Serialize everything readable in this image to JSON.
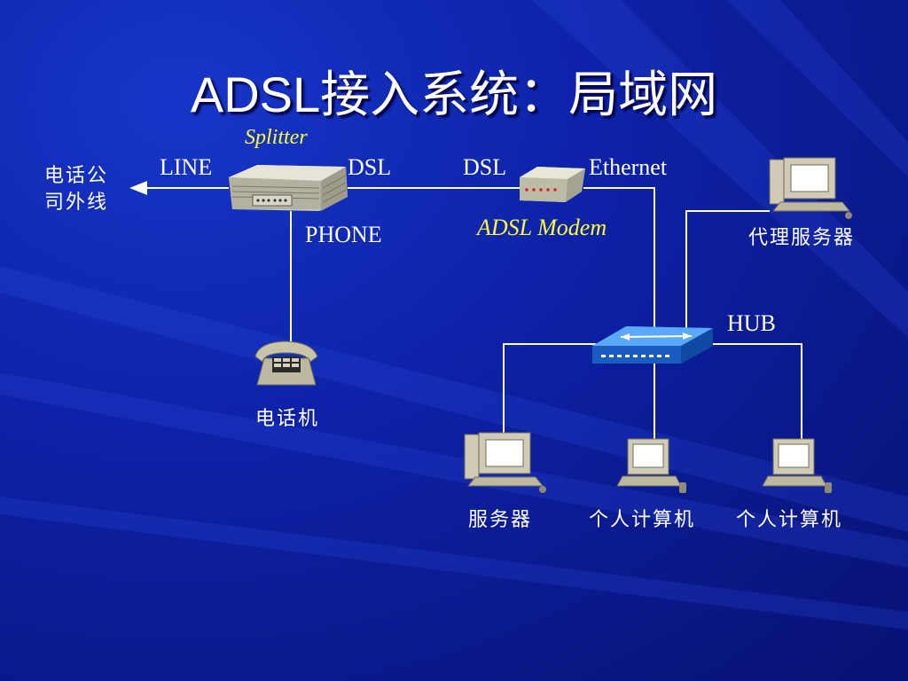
{
  "title": "ADSL接入系统：局域网",
  "splitter": {
    "name": "Splitter",
    "port_line": "LINE",
    "port_dsl": "DSL",
    "port_phone": "PHONE"
  },
  "outside_line": "电话公\n司外线",
  "modem": {
    "name": "ADSL Modem",
    "port_dsl": "DSL",
    "port_ethernet": "Ethernet"
  },
  "hub": {
    "name": "HUB"
  },
  "telephone": {
    "label": "电话机"
  },
  "nodes": {
    "proxy_server": "代理服务器",
    "server": "服务器",
    "pc1": "个人计算机",
    "pc2": "个人计算机"
  },
  "colors": {
    "background": "#0a1a8f",
    "text": "#ffffff",
    "accent_italic": "#ffff33",
    "hub": "#1e6fd0"
  }
}
